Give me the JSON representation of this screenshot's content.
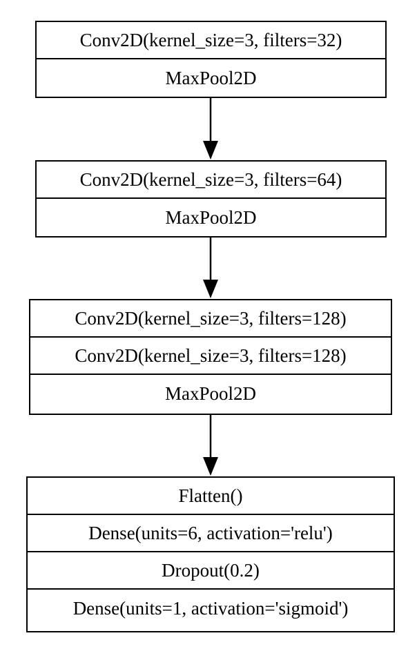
{
  "blocks": [
    {
      "id": "block-1",
      "layers": [
        "Conv2D(kernel_size=3, filters=32)",
        "MaxPool2D"
      ]
    },
    {
      "id": "block-2",
      "layers": [
        "Conv2D(kernel_size=3, filters=64)",
        "MaxPool2D"
      ]
    },
    {
      "id": "block-3",
      "layers": [
        "Conv2D(kernel_size=3, filters=128)",
        "Conv2D(kernel_size=3, filters=128)",
        "MaxPool2D"
      ]
    },
    {
      "id": "block-4",
      "layers": [
        "Flatten()",
        "Dense(units=6, activation='relu')",
        "Dropout(0.2)",
        "Dense(units=1, activation='sigmoid')"
      ]
    }
  ],
  "colors": {
    "stroke": "#000000",
    "background": "#ffffff"
  }
}
